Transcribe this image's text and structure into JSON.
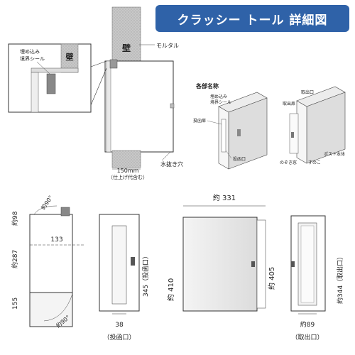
{
  "title": "クラッシー トール 詳細図",
  "top": {
    "wall_label": "壁",
    "wall_label_small": "壁",
    "mortar_label": "モルタル",
    "inset_label_line1": "埋め込み",
    "inset_label_line2": "境界シール",
    "drain_label": "水抜き穴",
    "width_label": "150mm",
    "width_sub": "（仕上げ代含む）"
  },
  "parts": {
    "heading": "各部名称",
    "embed_line1": "埋め込み",
    "embed_line2": "境界シール",
    "slot_plate": "投函扉",
    "slot_port": "投函口",
    "outlet": "取出口",
    "outlet_door": "取出扉",
    "peep_window": "のぞき窓",
    "drain_board": "すのこ",
    "post_body": "ポスト本体"
  },
  "dims": {
    "side_top": "約98",
    "side_main": "約287",
    "side_bottom": "155",
    "angle_top": "約90°",
    "angle_bottom": "約90°",
    "side_depth": "133",
    "slot_height": "345（投函口）",
    "slot_width": "38",
    "slot_width_label": "（投函口）",
    "front_width": "約 331",
    "front_height": "約 410",
    "front_height2": "約 405",
    "back_height": "約344（取出口）",
    "back_width": "約89",
    "back_width_label": "（取出口）"
  }
}
